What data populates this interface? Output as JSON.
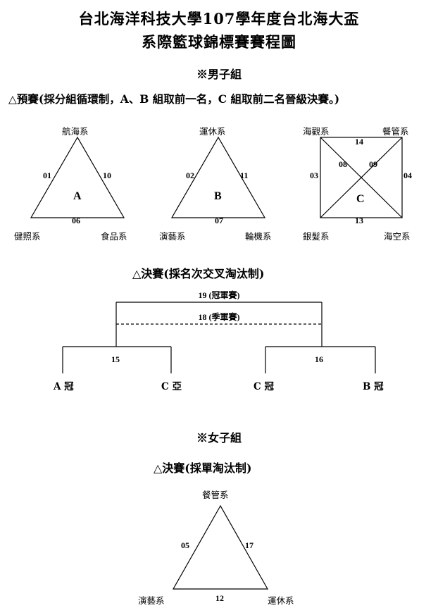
{
  "title": {
    "line1": "台北海洋科技大學107學年度台北海大盃",
    "line2": "系際籃球錦標賽賽程圖"
  },
  "men": {
    "heading": "※男子組",
    "prelim_heading": "△預賽(採分組循環制，A、B 組取前一名，C 組取前二名晉級決賽。)",
    "group_a": {
      "name": "A",
      "top": "航海系",
      "bottom_left": "健照系",
      "bottom_right": "食品系",
      "left_game": "01",
      "right_game": "10",
      "bottom_game": "06"
    },
    "group_b": {
      "name": "B",
      "top": "運休系",
      "bottom_left": "演藝系",
      "bottom_right": "輪機系",
      "left_game": "02",
      "right_game": "11",
      "bottom_game": "07"
    },
    "group_c": {
      "name": "C",
      "top_left": "海觀系",
      "top_right": "餐管系",
      "bottom_left": "銀髮系",
      "bottom_right": "海空系",
      "top_game": "14",
      "left_game": "03",
      "right_game": "04",
      "bottom_game": "13",
      "diag1_game": "08",
      "diag2_game": "09"
    },
    "final_heading": "△決賽(採名次交叉淘汰制)",
    "bracket": {
      "championship": "19 (冠軍賽)",
      "third_place": "18 (季軍賽)",
      "semi_left": "15",
      "semi_right": "16",
      "teams": [
        "A 冠",
        "C 亞",
        "C 冠",
        "B 冠"
      ]
    }
  },
  "women": {
    "heading": "※女子組",
    "final_heading": "△決賽(採單淘汰制)",
    "group": {
      "top": "餐管系",
      "bottom_left": "演藝系",
      "bottom_right": "運休系",
      "left_game": "05",
      "right_game": "17",
      "bottom_game": "12"
    }
  }
}
